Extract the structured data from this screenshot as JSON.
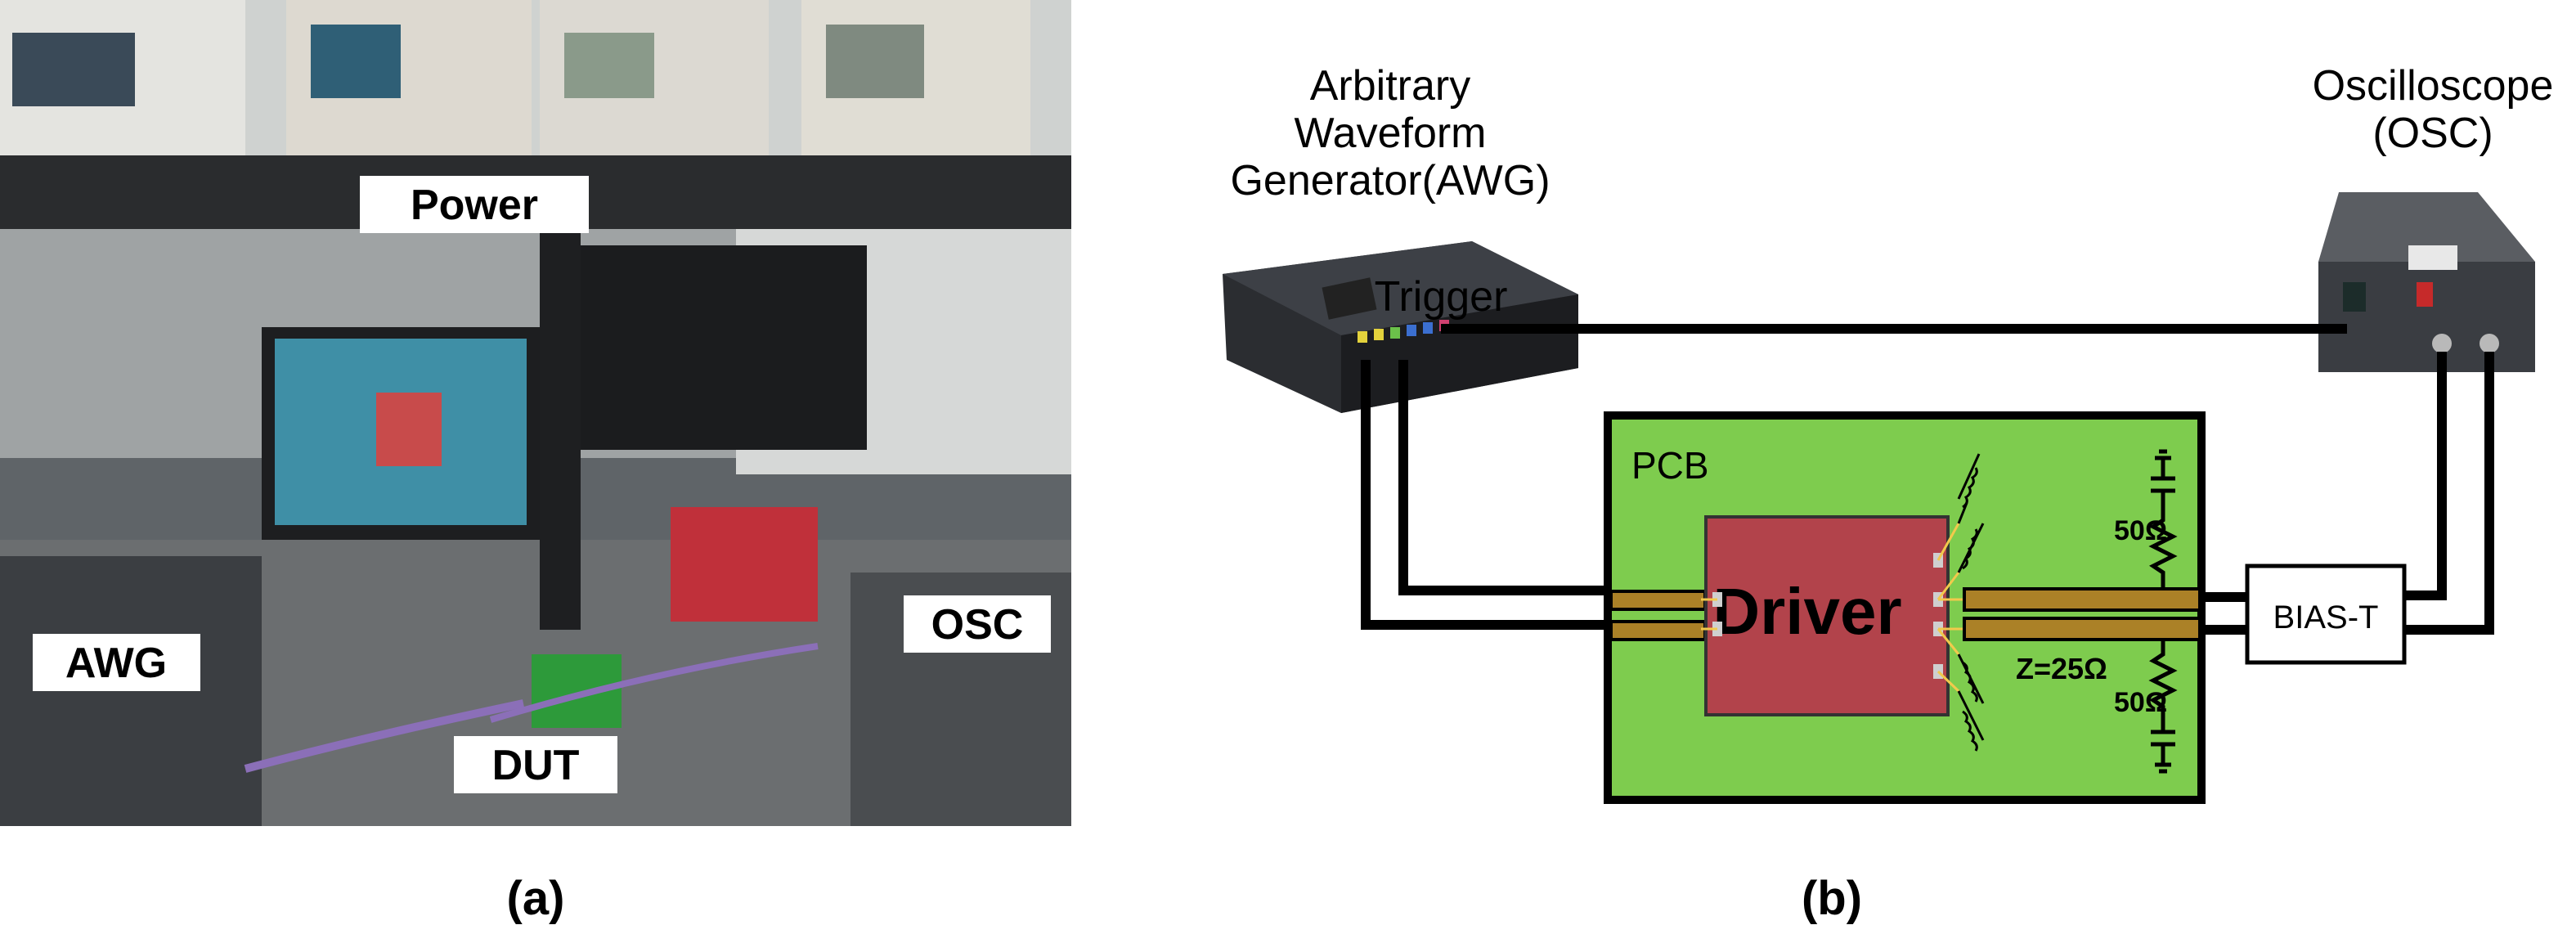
{
  "panels": {
    "a_label": "(a)",
    "b_label": "(b)"
  },
  "photo": {
    "labels": {
      "power": "Power",
      "awg": "AWG",
      "dut": "DUT",
      "osc": "OSC"
    }
  },
  "diagram": {
    "awg_title": [
      "Arbitrary",
      "Waveform",
      "Generator(AWG)"
    ],
    "osc_title": [
      "Oscilloscope",
      "(OSC)"
    ],
    "trigger": "Trigger",
    "pcb": "PCB",
    "driver": "Driver",
    "bias_t": "BIAS-T",
    "impedance": "Z=25Ω",
    "resistor_top": "50Ω",
    "resistor_bottom": "50Ω",
    "colors": {
      "pcb": "#7ecc4e",
      "driver": "#b2434b",
      "trace": "#ab8127",
      "bond_wire": "#f2c94c"
    }
  }
}
